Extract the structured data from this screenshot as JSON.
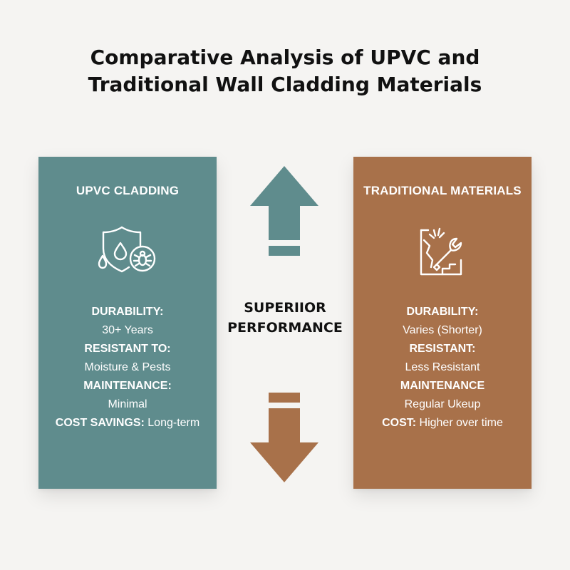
{
  "title": {
    "line1": "Comparative Analysis of UPVC and",
    "line2": "Traditional Wall Cladding Materials"
  },
  "colors": {
    "upvc_panel": "#5f8c8d",
    "traditional_panel": "#a8714a",
    "background": "#f5f4f2",
    "text_dark": "#111111"
  },
  "upvc": {
    "heading": "UPVC CLADDING",
    "icon": "shield-water-bug-icon",
    "rows": [
      {
        "label": "DURABILITY:",
        "value": ""
      },
      {
        "label": "",
        "value": "30+ Years"
      },
      {
        "label": "RESISTANT TO:",
        "value": ""
      },
      {
        "label": "",
        "value": "Moisture & Pests"
      },
      {
        "label": "MAINTENANCE:",
        "value": ""
      },
      {
        "label": "",
        "value": "Minimal"
      },
      {
        "label": "COST SAVINGS:",
        "value": " Long-term"
      }
    ]
  },
  "center": {
    "line1": "SUPERIIOR",
    "line2": "PERFORMANCE",
    "up_arrow_icon": "arrow-up-icon",
    "down_arrow_icon": "arrow-down-icon"
  },
  "traditional": {
    "heading": "TRADITIONAL MATERIALS",
    "icon": "crack-wrench-icon",
    "rows": [
      {
        "label": "DURABILITY:",
        "value": ""
      },
      {
        "label": "",
        "value": "Varies (Shorter)"
      },
      {
        "label": "RESISTANT:",
        "value": ""
      },
      {
        "label": "",
        "value": "Less Resistant"
      },
      {
        "label": "MAINTENANCE",
        "value": ""
      },
      {
        "label": "",
        "value": "Regular Ukeup"
      },
      {
        "label": "COST:",
        "value": " Higher over time"
      }
    ]
  }
}
